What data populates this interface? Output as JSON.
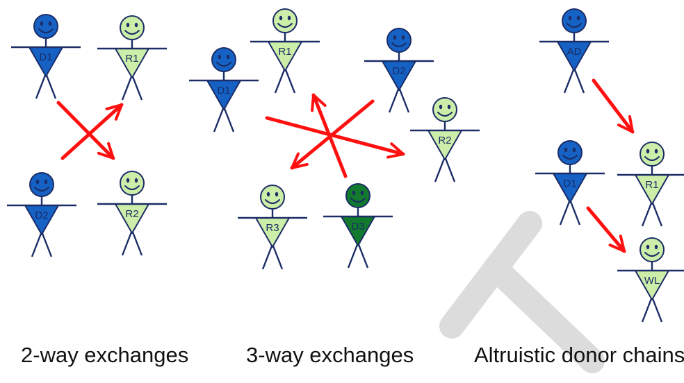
{
  "colors": {
    "donor": "#1561c4",
    "recipient": "#cdeea8",
    "donor_dark": "#127a2c",
    "outline": "#1b2c66",
    "arrow": "#ff1010",
    "watermark": "#d9d9d9"
  },
  "panels": [
    {
      "caption": "2-way exchanges",
      "figures": [
        {
          "label": "D1",
          "role": "donor"
        },
        {
          "label": "R1",
          "role": "recipient"
        },
        {
          "label": "D2",
          "role": "donor"
        },
        {
          "label": "R2",
          "role": "recipient"
        }
      ],
      "arrows": [
        {
          "from": "D1",
          "to": "R2"
        },
        {
          "from": "D2",
          "to": "R1"
        }
      ]
    },
    {
      "caption": "3-way exchanges",
      "figures": [
        {
          "label": "D1",
          "role": "donor"
        },
        {
          "label": "R1",
          "role": "recipient"
        },
        {
          "label": "D2",
          "role": "donor"
        },
        {
          "label": "R2",
          "role": "recipient"
        },
        {
          "label": "R3",
          "role": "recipient"
        },
        {
          "label": "D3",
          "role": "donor_dark"
        }
      ],
      "arrows": [
        {
          "from": "D1",
          "to": "R2"
        },
        {
          "from": "D2",
          "to": "R3"
        },
        {
          "from": "D3",
          "to": "R1"
        }
      ]
    },
    {
      "caption": "Altruistic donor chains",
      "figures": [
        {
          "label": "AD",
          "role": "donor"
        },
        {
          "label": "R1",
          "role": "recipient"
        },
        {
          "label": "D1",
          "role": "donor"
        },
        {
          "label": "WL",
          "role": "recipient"
        }
      ],
      "arrows": [
        {
          "from": "AD",
          "to": "R1"
        },
        {
          "from": "D1",
          "to": "WL"
        }
      ]
    }
  ]
}
